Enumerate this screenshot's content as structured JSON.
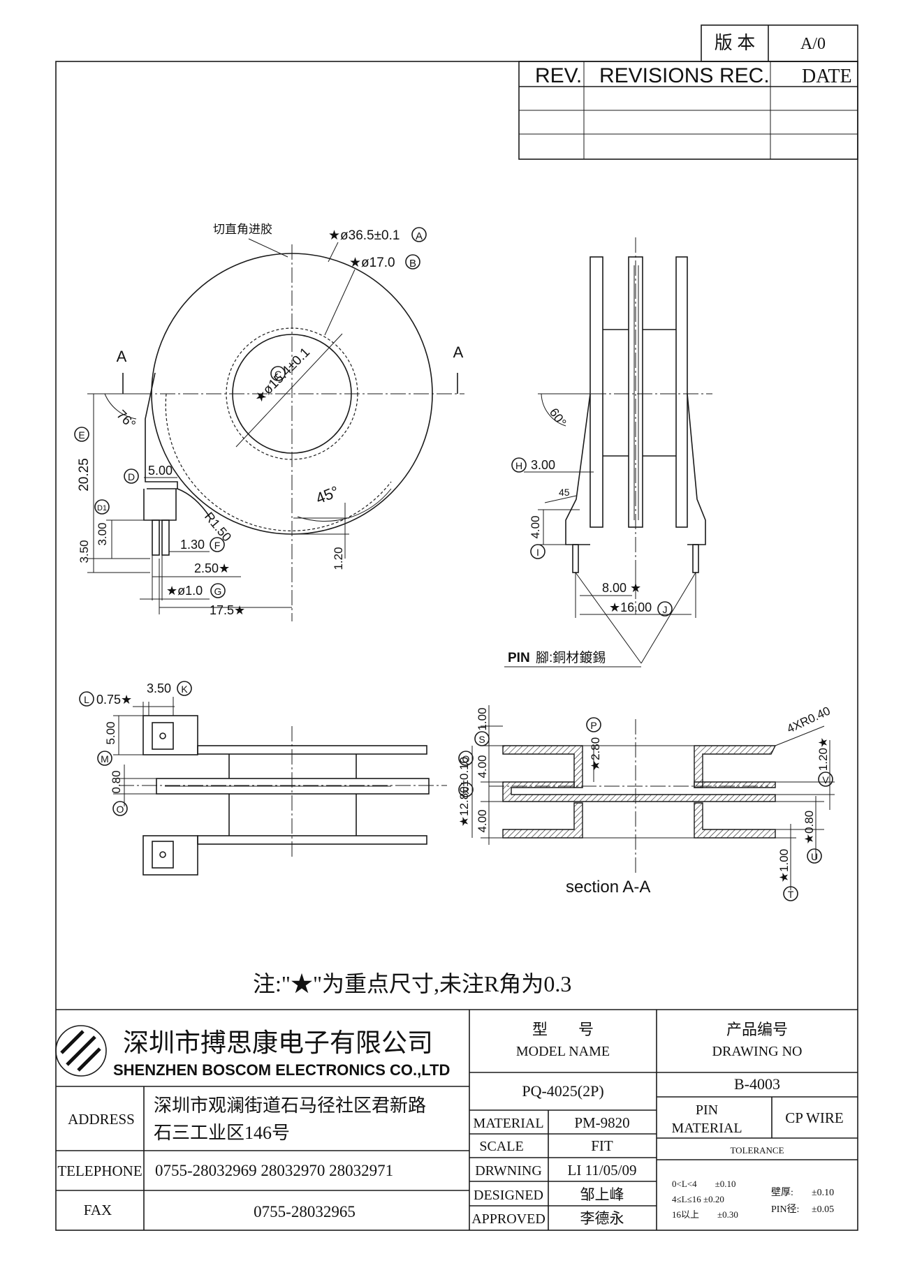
{
  "version": {
    "label": "版 本",
    "value": "A/0"
  },
  "revisions": {
    "rev": "REV.",
    "revisions": "REVISIONS",
    "rec": "REC.",
    "date": "DATE"
  },
  "top_view": {
    "note_gate": "切直角进胶",
    "dims": {
      "a": "★ø36.5±0.1",
      "a_tag": "A",
      "b": "★ø17.0",
      "b_tag": "B",
      "c": "★ø15.4±0.1",
      "c_tag": "C",
      "e": "20.25",
      "e_tag": "E",
      "d": "5.00",
      "d_tag": "D",
      "d1": "3.00",
      "d1_tag": "D1",
      "f": "1.30",
      "f_tag": "F",
      "g": "★ø1.0",
      "g_tag": "G",
      "r150": "R1.50",
      "d250": "2.50★",
      "d350": "3.50",
      "d175": "17.5★",
      "d120": "1.20",
      "ang76": "76°",
      "ang45": "45°",
      "sec_left": "A",
      "sec_right": "A"
    }
  },
  "side_view": {
    "dims": {
      "h": "3.00",
      "h_tag": "H",
      "ang60": "60°",
      "ang45s": "45",
      "i": "4.00",
      "i_tag": "I",
      "d800": "8.00 ★",
      "j": "★16.00",
      "j_tag": "J"
    },
    "pin_note_pre": "PIN",
    "pin_note": "腳:銅材鍍錫"
  },
  "bottom_left": {
    "l": "0.75★",
    "l_tag": "L",
    "k": "3.50",
    "k_tag": "K",
    "m": "5.00",
    "m_tag": "M",
    "o": "0.80",
    "o_tag": "O"
  },
  "section": {
    "title": "section A-A",
    "s": "1.00",
    "s_tag": "S",
    "q": "4.00",
    "q_tag": "Q",
    "r": "4.00",
    "r_tag": "R",
    "total": "★12.80±0.10",
    "p": "★2.80",
    "p_tag": "P",
    "radius": "4XR0.40",
    "v": "1.20★",
    "v_tag": "V",
    "u": "★0.80",
    "u_tag": "U",
    "t": "★1.00",
    "t_tag": "T"
  },
  "note": "注:\"★\"为重点尺寸,未注R角为0.3",
  "title_block": {
    "company_cn": "深圳市搏思康电子有限公司",
    "company_en": "SHENZHEN BOSCOM ELECTRONICS CO.,LTD",
    "address_label": "ADDRESS",
    "address_line1": "深圳市观澜街道石马径社区君新路",
    "address_line2": "石三工业区146号",
    "telephone_label": "TELEPHONE",
    "telephone": "0755-28032969 28032970 28032971",
    "fax_label": "FAX",
    "fax": "0755-28032965",
    "model_label_cn": "型　　号",
    "model_label_en": "MODEL NAME",
    "model": "PQ-4025(2P)",
    "drawing_label_cn": "产品编号",
    "drawing_label_en": "DRAWING NO",
    "drawing": "B-4003",
    "material_label": "MATERIAL",
    "material": "PM-9820",
    "pin_label_1": "PIN",
    "pin_label_2": "MATERIAL",
    "pin_material": "CP WIRE",
    "scale_label": "SCALE",
    "scale": "FIT",
    "drawing_by_label": "DRWNING",
    "drawing_by": "LI 11/05/09",
    "designed_label": "DESIGNED",
    "designed": "邹上峰",
    "approved_label": "APPROVED",
    "approved": "李德永",
    "tolerance_label": "TOLERANCE",
    "tol_1": "0<L<4　　±0.10",
    "tol_2": "4≤L≤16 ±0.20",
    "tol_3": "16以上　　±0.30",
    "wall_label": "壁厚:",
    "wall": "±0.10",
    "pin_dia_label": "PIN径:",
    "pin_dia": "±0.05"
  }
}
